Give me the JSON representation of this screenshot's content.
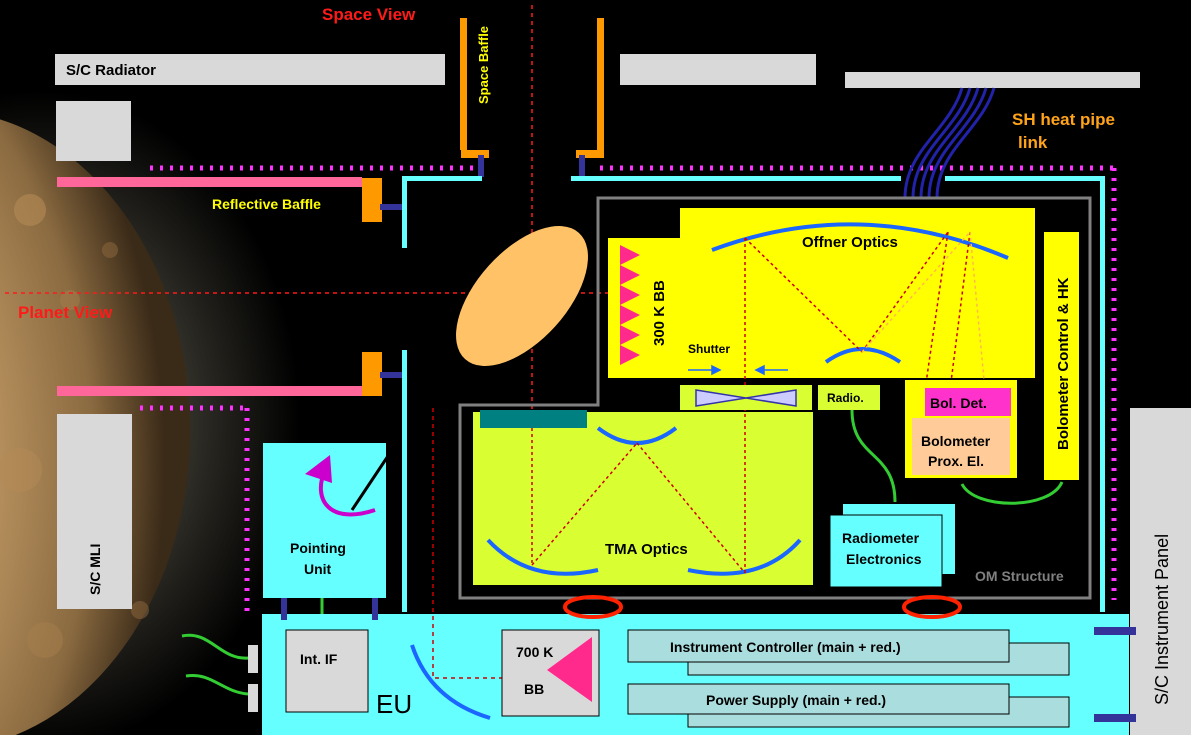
{
  "labels": {
    "space_view": "Space View",
    "planet_view": "Planet View",
    "sc_radiator": "S/C Radiator",
    "space_baffle": "Space Baffle",
    "sh_heat_pipe_1": "SH heat pipe",
    "sh_heat_pipe_2": "link",
    "reflective_baffle": "Reflective Baffle",
    "offner_optics": "Offner Optics",
    "bb_300k": "300 K BB",
    "bolometer_control": "Bolometer Control & HK",
    "shutter": "Shutter",
    "radio": "Radio.",
    "bol_det": "Bol. Det.",
    "bolometer_prox_1": "Bolometer",
    "bolometer_prox_2": "Prox. El.",
    "tma_optics": "TMA Optics",
    "radiometer_electronics_1": "Radiometer",
    "radiometer_electronics_2": "Electronics",
    "om_structure": "OM Structure",
    "pointing_unit_1": "Pointing",
    "pointing_unit_2": "Unit",
    "sc_mli": "S/C MLI",
    "sc_instrument_panel": "S/C Instrument Panel",
    "int_if": "Int. IF",
    "eu": "EU",
    "bb_700k_1": "700 K",
    "bb_700k_2": "BB",
    "instrument_controller": "Instrument Controller (main + red.)",
    "power_supply": "Power Supply (main + red.)"
  },
  "colors": {
    "background": "#000000",
    "view_label": "#ff1a1a",
    "heat_pipe_label": "#ffa31a",
    "baffle_orange": "#ff9900",
    "reflective_baffle_label": "#ffff00",
    "structure_cyan": "#66ffff",
    "eu_box": "#66ffff",
    "offner_yellow": "#ffff00",
    "tma_yellow_green": "#d9ff33",
    "mirror_blue": "#1a66ff",
    "mli_magenta": "#ff33ff",
    "pink_panel": "#ff6699",
    "ray_red": "#cc0000",
    "ring_red": "#ff2200",
    "cable_green": "#33cc33",
    "planet": "#d9b27a",
    "lens_orange": "#ffc266",
    "bb_magenta": "#ff2a8c",
    "gray_panel": "#d9d9d9"
  }
}
